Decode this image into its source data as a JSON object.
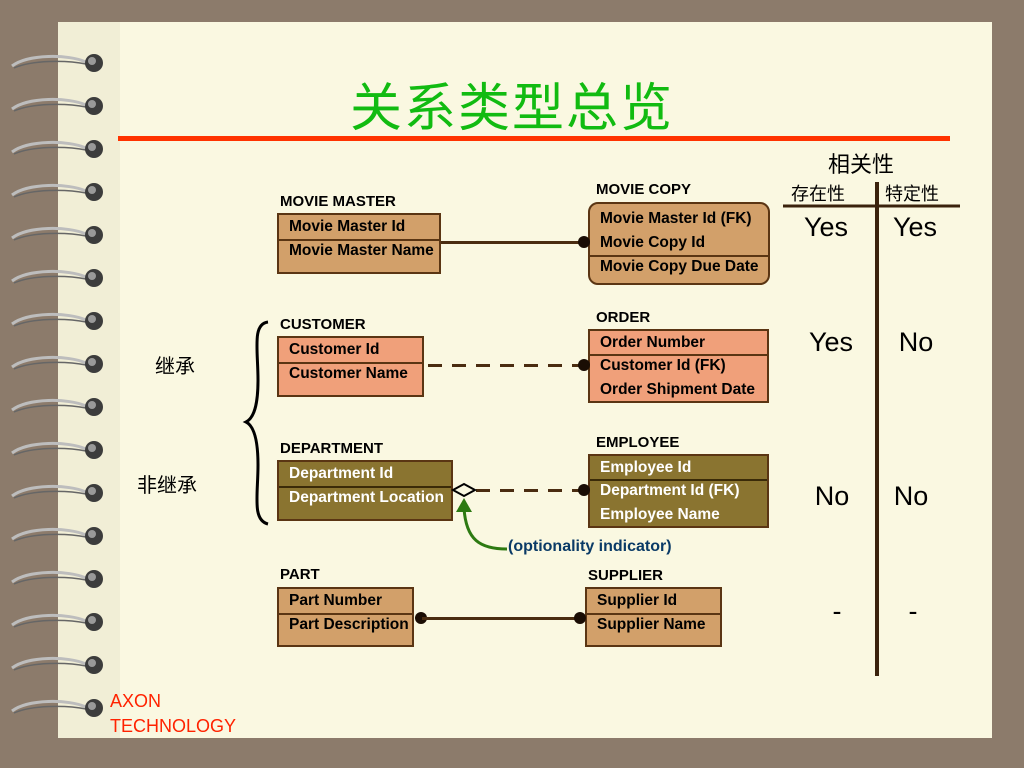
{
  "title": "关系类型总览",
  "relevance": {
    "header": "相关性",
    "col_existence": "存在性",
    "col_identifying": "特定性",
    "rows": [
      {
        "existence": "Yes",
        "identifying": "Yes"
      },
      {
        "existence": "Yes",
        "identifying": "No"
      },
      {
        "existence": "No",
        "identifying": "No"
      },
      {
        "existence": "-",
        "identifying": "-"
      }
    ]
  },
  "side_labels": {
    "inheritance": "继承",
    "non_inheritance": "非继承"
  },
  "entities": {
    "movie_master": {
      "name": "MOVIE MASTER",
      "attrs": [
        "Movie Master Id",
        "Movie Master Name"
      ]
    },
    "movie_copy": {
      "name": "MOVIE COPY",
      "attrs": [
        "Movie Master Id (FK)",
        "Movie Copy Id",
        "Movie Copy Due Date"
      ]
    },
    "customer": {
      "name": "CUSTOMER",
      "attrs": [
        "Customer Id",
        "Customer Name"
      ]
    },
    "order": {
      "name": "ORDER",
      "attrs": [
        "Order Number",
        "Customer Id (FK)",
        "Order Shipment Date"
      ]
    },
    "department": {
      "name": "DEPARTMENT",
      "attrs": [
        "Department Id",
        "Department Location"
      ]
    },
    "employee": {
      "name": "EMPLOYEE",
      "attrs": [
        "Employee Id",
        "Department Id (FK)",
        "Employee Name"
      ]
    },
    "part": {
      "name": "PART",
      "attrs": [
        "Part Number",
        "Part Description"
      ]
    },
    "supplier": {
      "name": "SUPPLIER",
      "attrs": [
        "Supplier Id",
        "Supplier Name"
      ]
    }
  },
  "optionality_note": "(optionality indicator)",
  "brand": {
    "line1": "AXON",
    "line2": "TECHNOLOGY"
  },
  "colors": {
    "title": "#11bb11",
    "rule": "#ff3300",
    "entity_tan": "#d2a06a",
    "entity_salmon": "#f0a07a",
    "entity_olive": "#8a7430",
    "arrow": "#2d7a12",
    "brand": "#ff2200"
  }
}
